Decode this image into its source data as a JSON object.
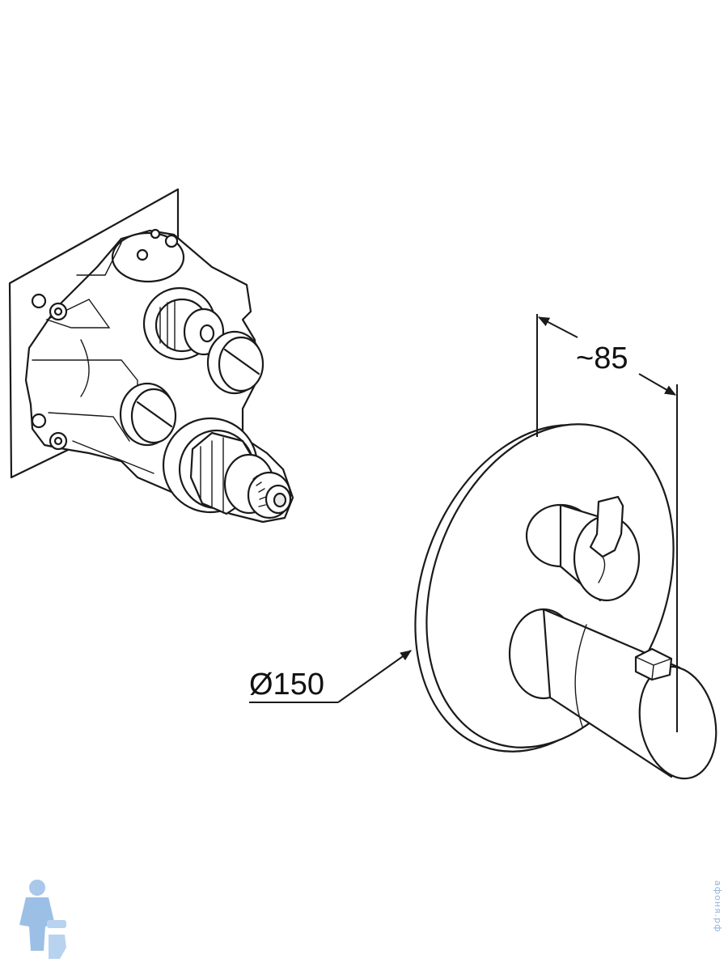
{
  "dimensions": {
    "depth_label": "~85",
    "diameter_label": "Ø150"
  },
  "watermark": {
    "vertical_text": "афоня.рф",
    "logo": "plumber-mascot"
  },
  "colors": {
    "line": "#1a1a1a",
    "watermark": "#8fb4dd"
  }
}
